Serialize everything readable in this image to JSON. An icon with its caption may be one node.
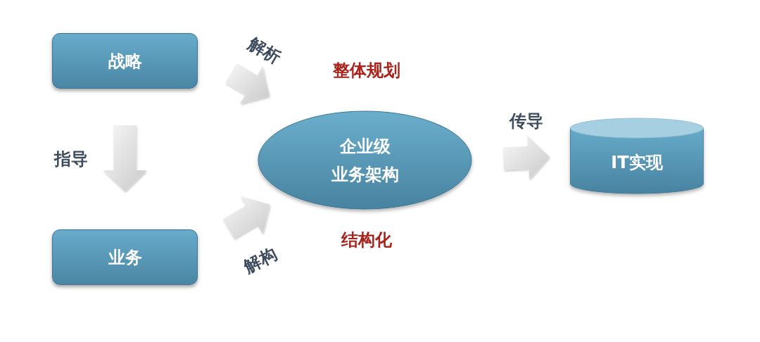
{
  "diagram": {
    "nodes": [
      {
        "text": [
          "战略"
        ]
      },
      {
        "text": [
          "业务"
        ]
      },
      {
        "text": [
          "企业级",
          "业务架构"
        ]
      },
      {
        "text": [
          "IT实现"
        ]
      }
    ],
    "edges": [
      {
        "from": 0,
        "to": 1,
        "arrow": "to",
        "label": "指导"
      },
      {
        "from": 0,
        "to": 2,
        "arrow": "to",
        "label": "解析"
      },
      {
        "from": 1,
        "to": 2,
        "arrow": "to",
        "label": "解构"
      },
      {
        "from": 2,
        "to": 3,
        "arrow": "to",
        "label": "传导"
      }
    ],
    "labels": [
      "整体规划",
      "结构化"
    ]
  }
}
